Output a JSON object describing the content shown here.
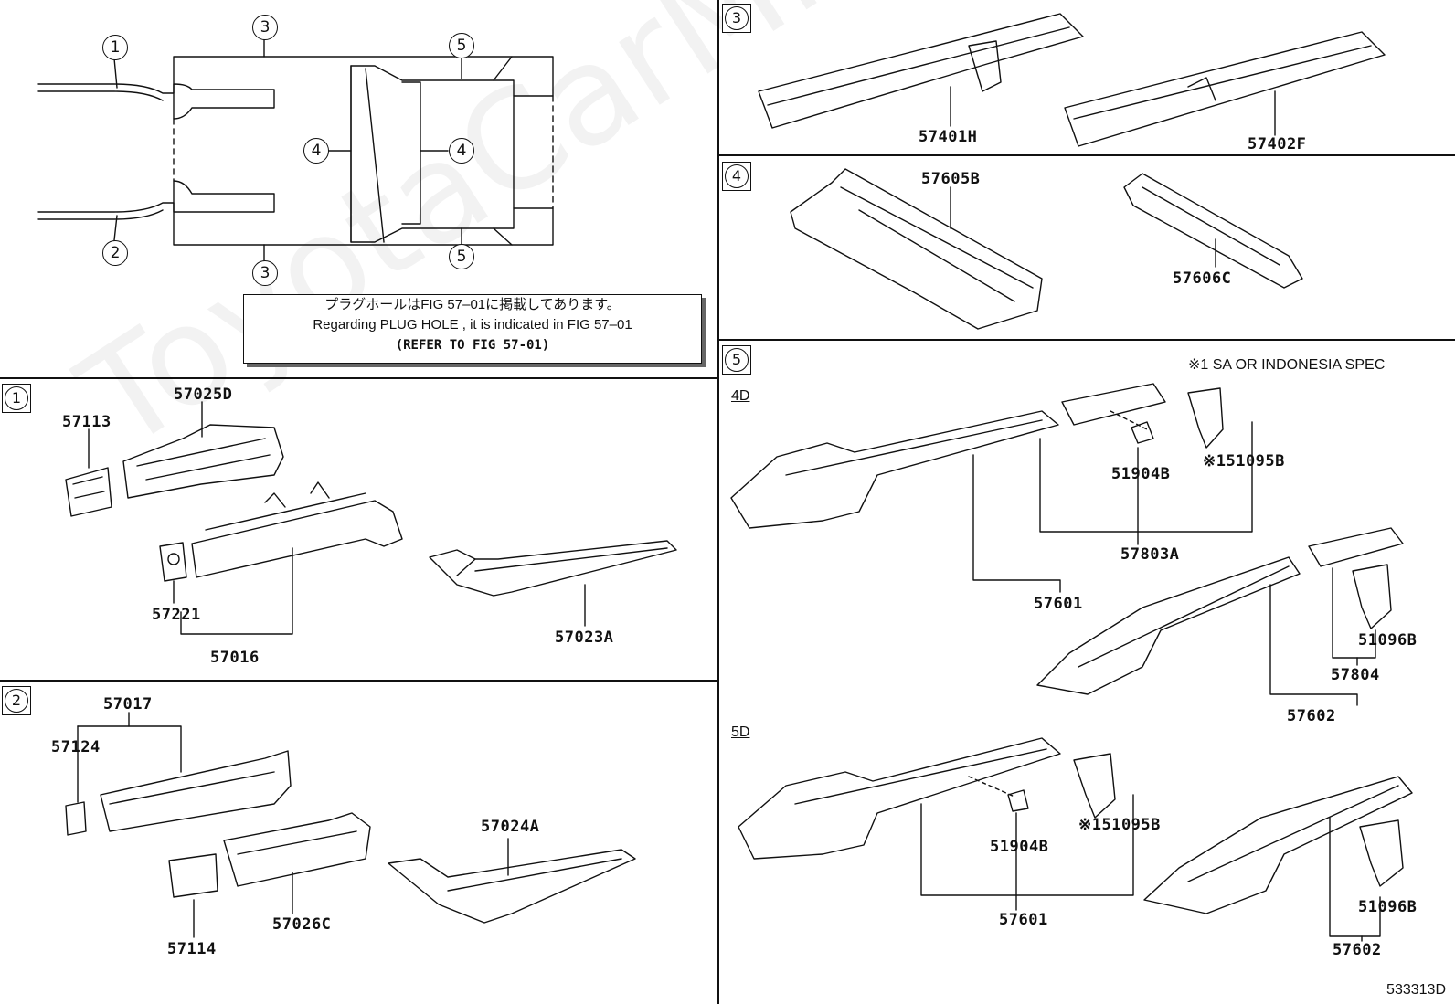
{
  "watermark": "ToyotaCarMiner.ru",
  "plug_note": {
    "line1": "プラグホールはFIG 57‒01に掲載してあります。",
    "line2": "Regarding  PLUG  HOLE , it is indicated in FIG  57‒01",
    "line3": "(REFER TO FIG 57-01)"
  },
  "sections": {
    "s1": "1",
    "s2": "2",
    "s3": "3",
    "s4": "4",
    "s5": "5"
  },
  "overview_callouts": {
    "c1": "1",
    "c2": "2",
    "c3a": "3",
    "c3b": "3",
    "c4a": "4",
    "c4b": "4",
    "c5a": "5",
    "c5b": "5"
  },
  "parts": {
    "p57113": "57113",
    "p57025D": "57025D",
    "p57221": "57221",
    "p57016": "57016",
    "p57023A": "57023A",
    "p57017": "57017",
    "p57124": "57124",
    "p57024A": "57024A",
    "p57114": "57114",
    "p57026C": "57026C",
    "p57401H": "57401H",
    "p57402F": "57402F",
    "p57605B": "57605B",
    "p57606C": "57606C",
    "p51904B_4d": "51904B",
    "p51095B_4d": "※151095B",
    "p57803A": "57803A",
    "p57601_4d": "57601",
    "p51096B_4d": "51096B",
    "p57804": "57804",
    "p57602_4d": "57602",
    "p51904B_5d": "51904B",
    "p51095B_5d": "※151095B",
    "p57601_5d": "57601",
    "p51096B_5d": "51096B",
    "p57602_5d": "57602"
  },
  "labels": {
    "spec_note": "※1 SA OR INDONESIA SPEC",
    "sub_4d": "4D",
    "sub_5d": "5D",
    "fig_code": "533313D"
  }
}
